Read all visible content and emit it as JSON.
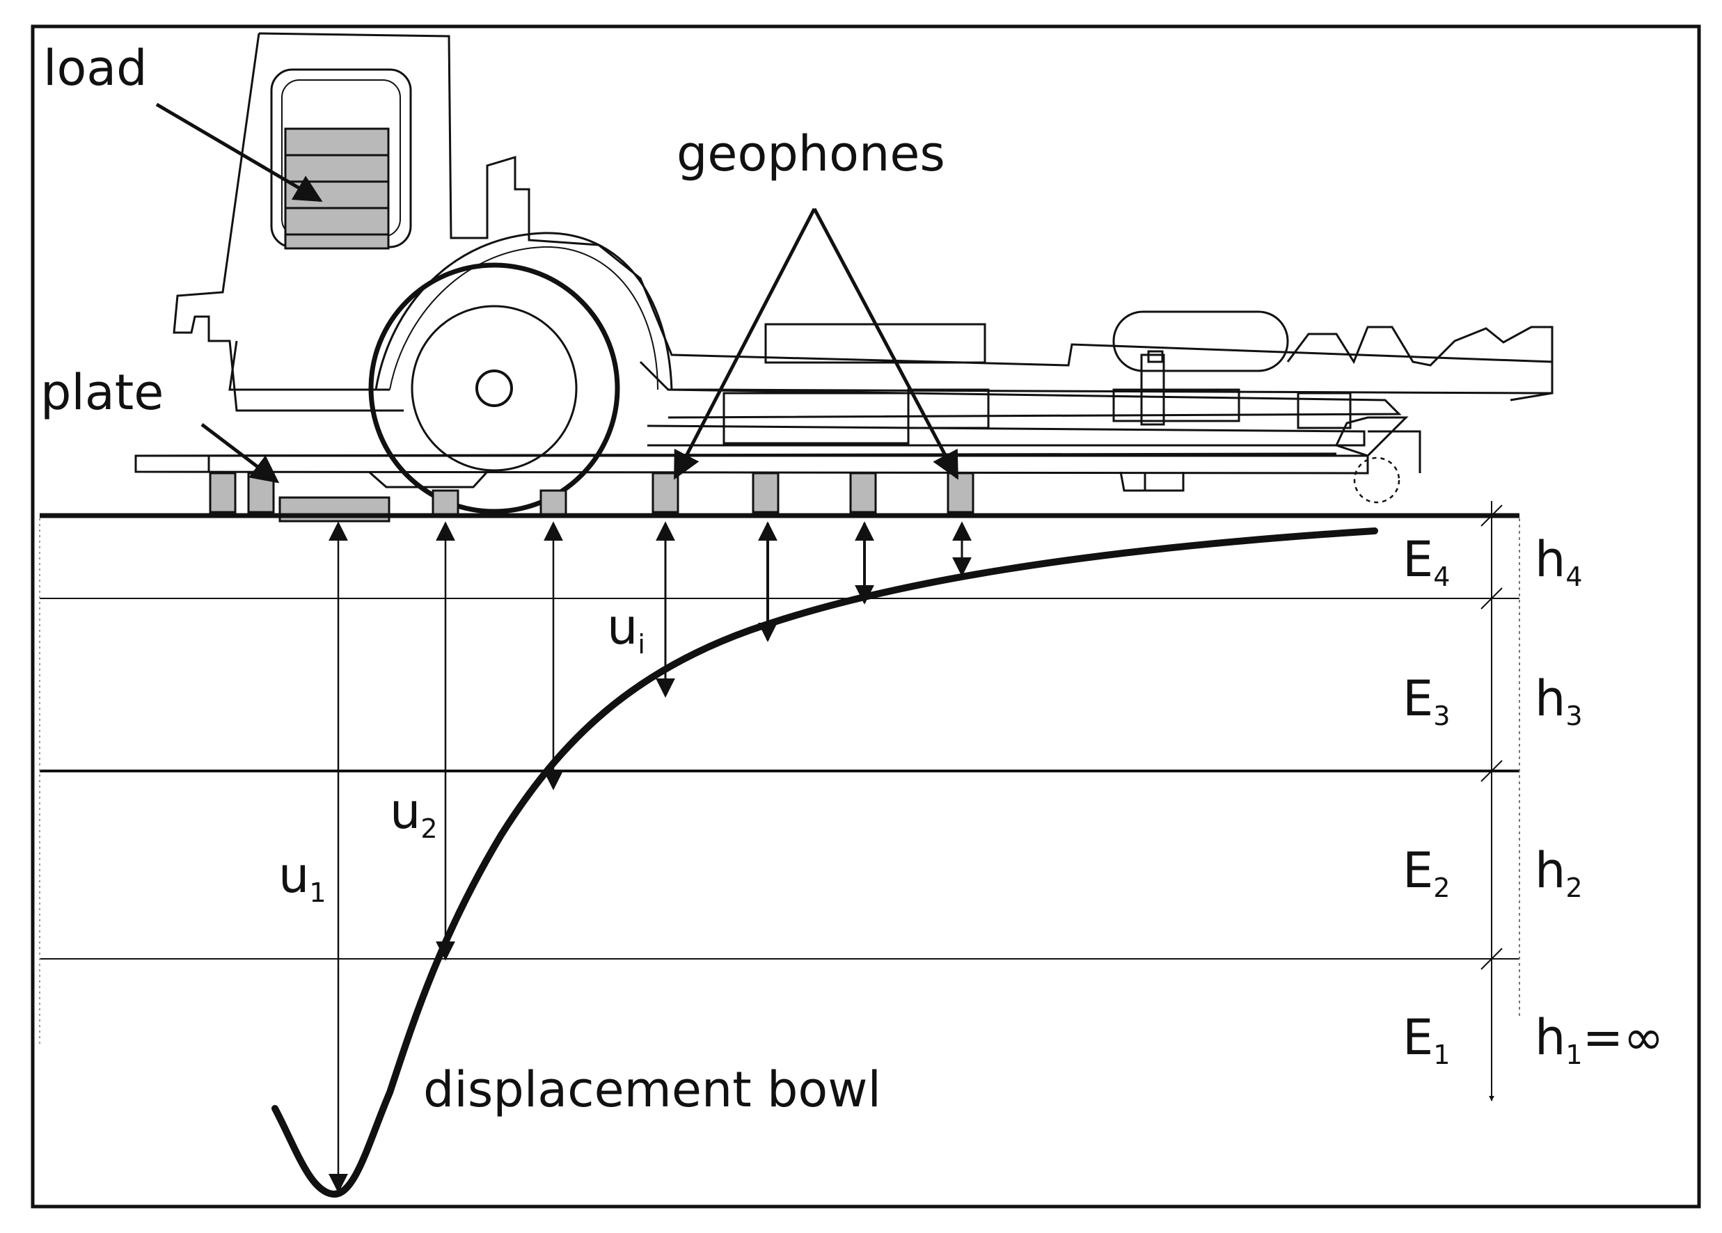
{
  "labels": {
    "load": "load",
    "geophones": "geophones",
    "plate": "plate",
    "bowl": "displacement bowl"
  },
  "displacements": [
    {
      "base": "u",
      "sub": "1"
    },
    {
      "base": "u",
      "sub": "2"
    },
    {
      "base": "u",
      "sub": "i"
    }
  ],
  "layers": [
    {
      "modulus_base": "E",
      "modulus_sub": "4",
      "thickness_base": "h",
      "thickness_sub": "4",
      "thickness_suffix": ""
    },
    {
      "modulus_base": "E",
      "modulus_sub": "3",
      "thickness_base": "h",
      "thickness_sub": "3",
      "thickness_suffix": ""
    },
    {
      "modulus_base": "E",
      "modulus_sub": "2",
      "thickness_base": "h",
      "thickness_sub": "2",
      "thickness_suffix": ""
    },
    {
      "modulus_base": "E",
      "modulus_sub": "1",
      "thickness_base": "h",
      "thickness_sub": "1",
      "thickness_suffix": "=∞"
    }
  ],
  "colors": {
    "ink": "#111111",
    "fill_gray": "#b9b9b9",
    "background": "#ffffff"
  }
}
